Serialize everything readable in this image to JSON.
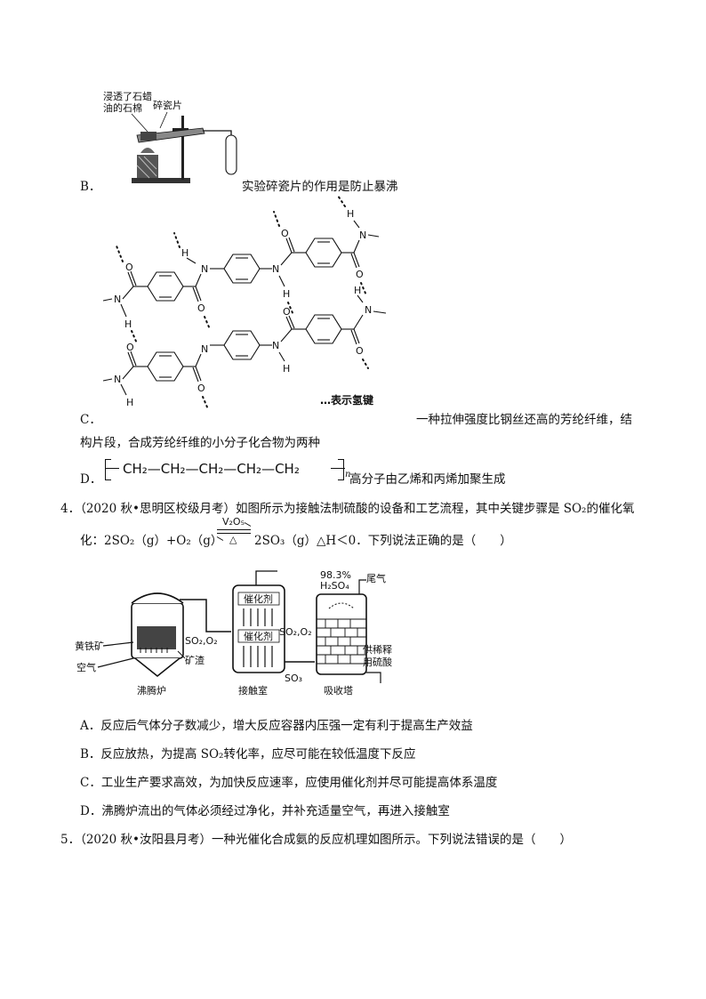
{
  "option_b": {
    "letter": "B．",
    "label_asbestos": [
      "浸透了石蜡",
      "油的石棉"
    ],
    "label_chips": "碎瓷片",
    "text": "实验碎瓷片的作用是防止暴沸"
  },
  "option_c": {
    "letter": "C．",
    "legend": "…表示氢键",
    "atom_labels": {
      "N": "N",
      "H": "H",
      "O": "O"
    },
    "text_line1": "一种拉伸强度比钢丝还高的芳纶纤维，结",
    "text_line2": "构片段，合成芳纶纤维的小分子化合物为两种"
  },
  "option_d": {
    "letter": "D．",
    "formula": "CH₂—CH₂—CH₂—CH₂—CH₂",
    "subscript": "n",
    "text": "高分子由乙烯和丙烯加聚生成"
  },
  "q4": {
    "stem_line1": "4．（2020 秋•思明区校级月考）如图所示为接触法制硫酸的设备和工艺流程，其中关键步骤是 SO₂的催化氧",
    "eq_left": "化：2SO₂（g）+O₂（g）",
    "catalyst": "V₂O₅",
    "heat": "△",
    "eq_right": "2SO₃（g）△H＜0．下列说法正确的是（　　）",
    "diagram": {
      "pyrite": "黄铁矿",
      "air": "空气",
      "furnace": "沸腾炉",
      "slag": "矿渣",
      "so2o2": "SO₂,O₂",
      "catalyst": "催化剂",
      "contact": "接触室",
      "so3": "SO₃",
      "acid": "98.3%",
      "acid2": "H₂SO₄",
      "tail": "尾气",
      "dilute": "供稀释",
      "dilute2": "用硫酸",
      "absorber": "吸收塔"
    },
    "options": [
      "A．反应后气体分子数减少，增大反应容器内压强一定有利于提高生产效益",
      "B．反应放热，为提高 SO₂转化率，应尽可能在较低温度下反应",
      "C．工业生产要求高效，为加快反应速率，应使用催化剂并尽可能提高体系温度",
      "D．沸腾炉流出的气体必须经过净化，并补充适量空气，再进入接触室"
    ]
  },
  "q5": {
    "stem": "5．（2020 秋•汝阳县月考）一种光催化合成氨的反应机理如图所示。下列说法错误的是（　　）"
  }
}
